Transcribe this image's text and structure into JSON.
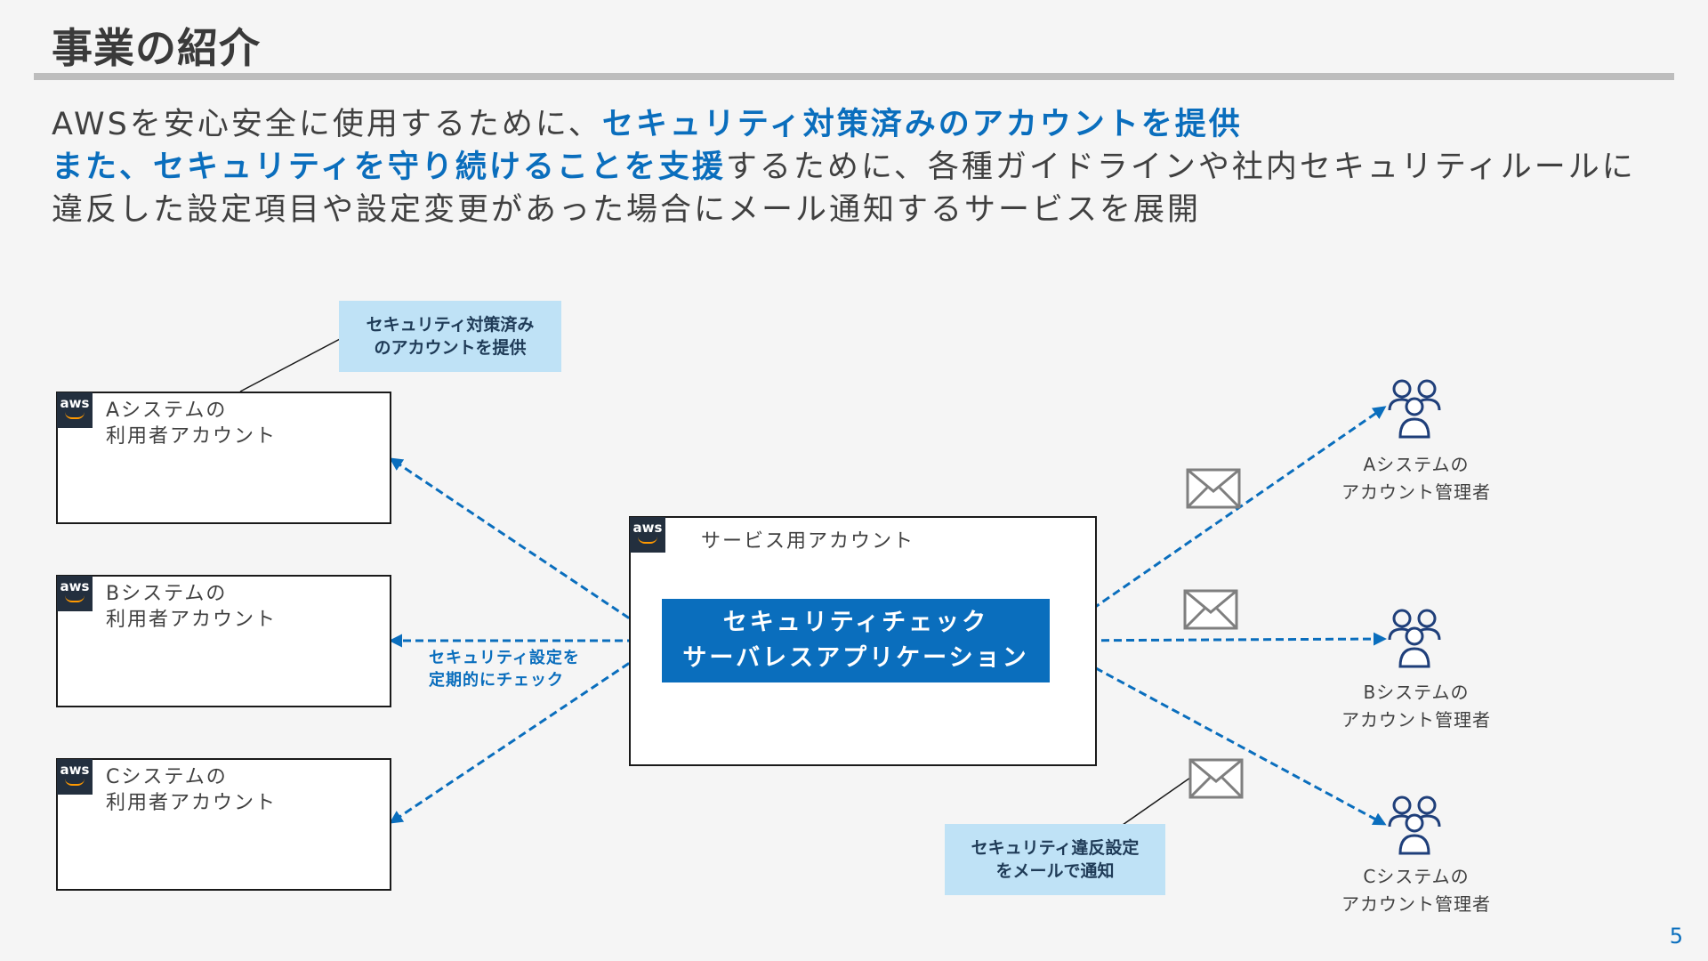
{
  "slide": {
    "title": "事業の紹介",
    "page_number": "5"
  },
  "intro": {
    "line1_normal": "AWSを安心安全に使用するために、",
    "line1_highlight": "セキュリティ対策済みのアカウントを提供",
    "line2_highlight": "また、セキュリティを守り続けることを支援",
    "line2_normal": "するために、各種ガイドラインや社内セキュリティルールに",
    "line3_normal": "違反した設定項目や設定変更があった場合にメール通知するサービスを展開"
  },
  "callouts": {
    "provide": {
      "line1": "セキュリティ対策済み",
      "line2": "のアカウントを提供"
    },
    "notify": {
      "line1": "セキュリティ違反設定",
      "line2": "をメールで通知"
    }
  },
  "aws_logo_text": "aws",
  "user_accounts": [
    {
      "line1": "Aシステムの",
      "line2": "利用者アカウント"
    },
    {
      "line1": "Bシステムの",
      "line2": "利用者アカウント"
    },
    {
      "line1": "Cシステムの",
      "line2": "利用者アカウント"
    }
  ],
  "service_account": {
    "label": "サービス用アカウント",
    "app_line1": "セキュリティチェック",
    "app_line2": "サーバレスアプリケーション"
  },
  "check_label": {
    "line1": "セキュリティ設定を",
    "line2": "定期的にチェック"
  },
  "admins": [
    {
      "line1": "Aシステムの",
      "line2": "アカウント管理者"
    },
    {
      "line1": "Bシステムの",
      "line2": "アカウント管理者"
    },
    {
      "line1": "Cシステムの",
      "line2": "アカウント管理者"
    }
  ],
  "colors": {
    "accent": "#0a6ebd",
    "callout_bg": "#bfe2f6",
    "rule": "#bdbdbd",
    "aws_dark": "#232f3e",
    "aws_orange": "#ff9900",
    "icon_navy": "#1f3f7a"
  },
  "icons": {
    "mail": "envelope-icon",
    "admin": "users-group-icon",
    "aws": "aws-logo"
  }
}
